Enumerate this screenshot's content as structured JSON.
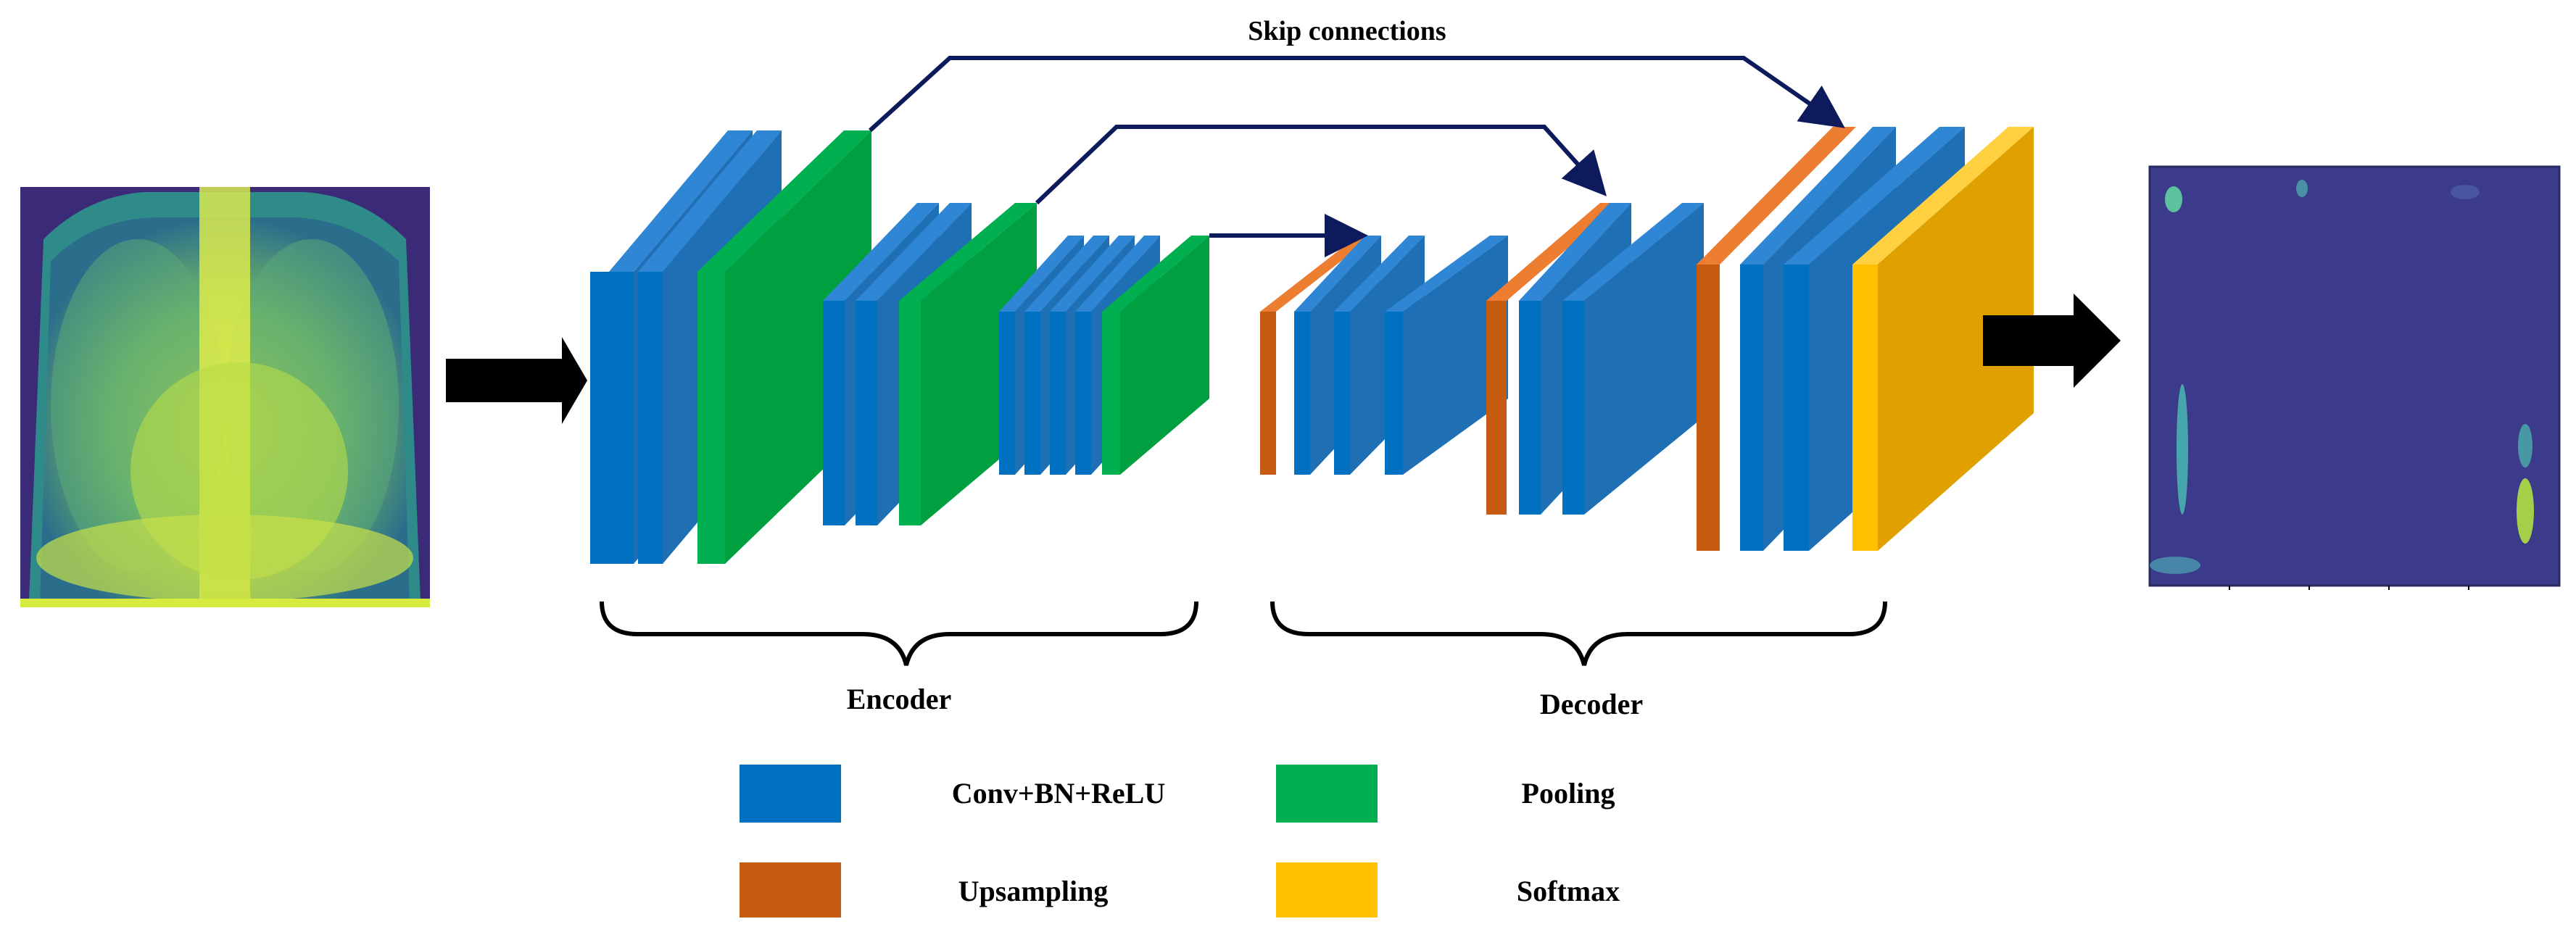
{
  "title": "Skip connections",
  "sections": {
    "encoder": "Encoder",
    "decoder": "Decoder"
  },
  "legend": [
    {
      "label": "Conv+BN+ReLU",
      "color": "#0070C0"
    },
    {
      "label": "Pooling",
      "color": "#00B050"
    },
    {
      "label": "Upsampling",
      "color": "#C55A11"
    },
    {
      "label": "Softmax",
      "color": "#FFC000"
    }
  ],
  "colors": {
    "conv_front": "#0070C0",
    "conv_side": "#2E75B6",
    "pool_front": "#00A050",
    "upsample_front": "#C55A11",
    "upsample_top": "#ED7D31",
    "softmax_front": "#FFC000",
    "softmax_side": "#E0A000",
    "arrow_dark": "#0D1B5C",
    "flow_arrow": "#000000"
  },
  "input_image": "chest-xray",
  "output_image": "segmentation-map"
}
